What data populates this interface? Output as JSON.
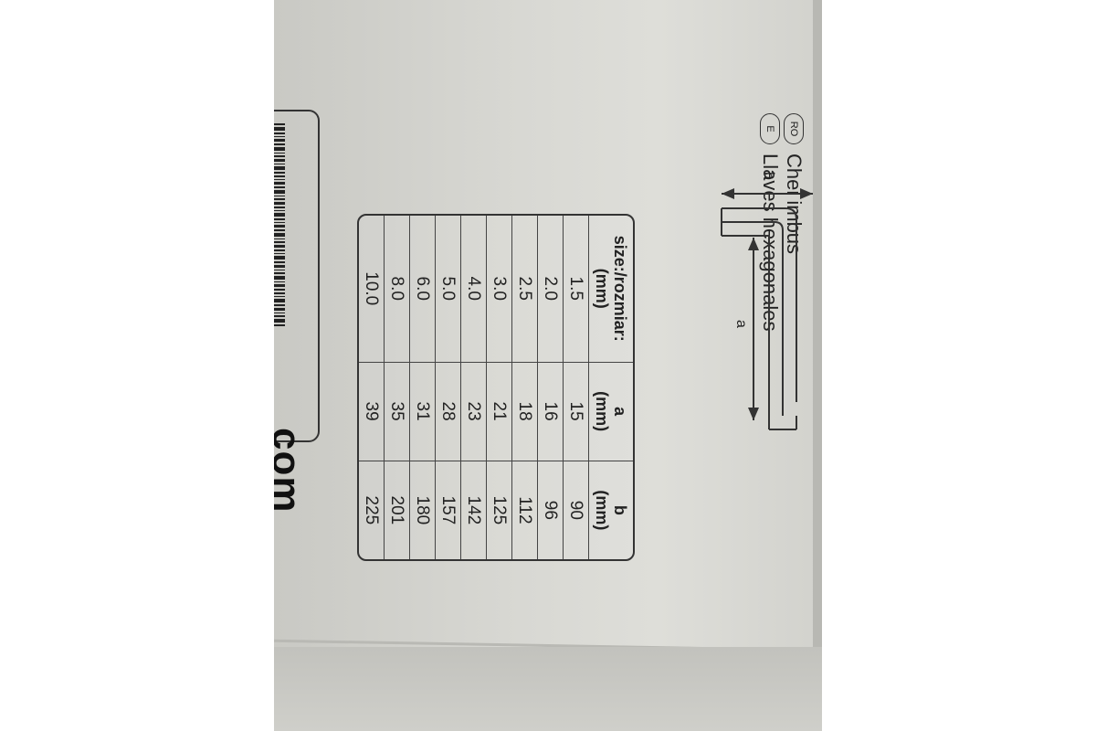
{
  "languages": [
    {
      "code": "RO",
      "name": "Chei imbus"
    },
    {
      "code": "E",
      "name": "Llaves hexagonales"
    }
  ],
  "diagram": {
    "dim_b": "b",
    "dim_a": "a"
  },
  "table": {
    "headers": {
      "size": "size:/rozmiar:",
      "size_unit": "(mm)",
      "a": "a",
      "a_unit": "(mm)",
      "b": "b",
      "b_unit": "(mm)"
    },
    "rows": [
      {
        "size": "1.5",
        "a": "15",
        "b": "90"
      },
      {
        "size": "2.0",
        "a": "16",
        "b": "96"
      },
      {
        "size": "2.5",
        "a": "18",
        "b": "112"
      },
      {
        "size": "3.0",
        "a": "21",
        "b": "125"
      },
      {
        "size": "4.0",
        "a": "23",
        "b": "142"
      },
      {
        "size": "5.0",
        "a": "28",
        "b": "157"
      },
      {
        "size": "6.0",
        "a": "31",
        "b": "180"
      },
      {
        "size": "8.0",
        "a": "35",
        "b": "201"
      },
      {
        "size": "10.0",
        "a": "39",
        "b": "225"
      }
    ]
  },
  "footer": {
    "domain_fragment": "com"
  }
}
